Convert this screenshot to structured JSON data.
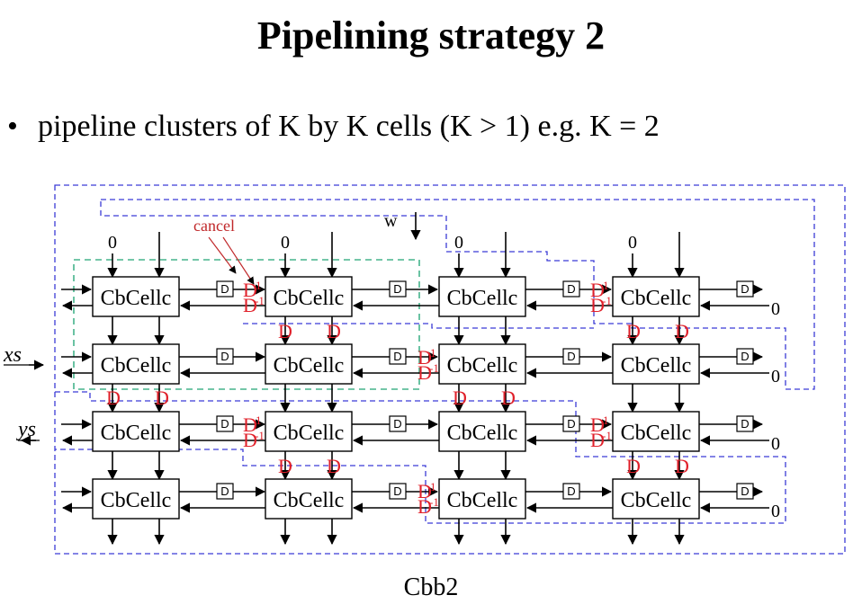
{
  "slide": {
    "title": "Pipelining strategy 2",
    "bullet_marker": "•",
    "bullet": "pipeline clusters of K by K cells (K > 1) e.g. K = 2",
    "caption": "Cbb2"
  },
  "diagram": {
    "cell_label": "CbCellc",
    "delay_label": "D",
    "red_delay_label": "D",
    "inverse_sup": "-1",
    "zero_label": "0",
    "cancel_label": "cancel",
    "w_label": "w",
    "xs_label": "xs",
    "ys_label": "ys",
    "colors": {
      "blue_dashed": "#3b3bd6",
      "green_dashed": "#45b48c",
      "red": "#e0202a",
      "cancel_red": "#c0282a"
    }
  }
}
